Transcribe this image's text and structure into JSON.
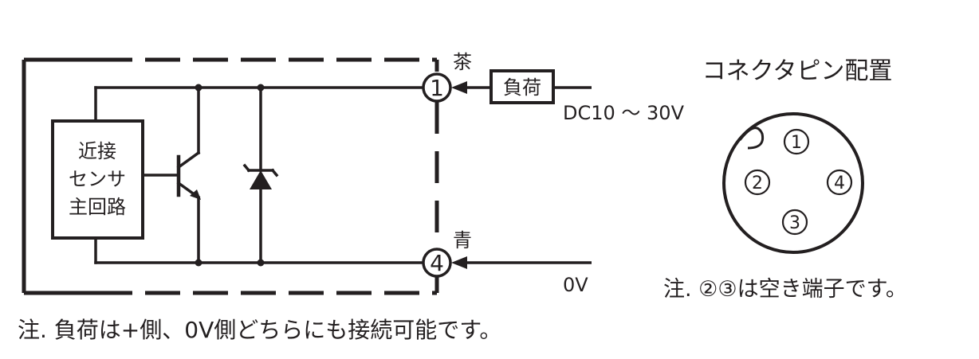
{
  "sensor_box": {
    "label_lines": [
      "近接",
      "センサ",
      "主回路"
    ]
  },
  "terminals": {
    "pin1": {
      "number": "1",
      "wire_color": "茶"
    },
    "pin4": {
      "number": "4",
      "wire_color": "青"
    }
  },
  "load": {
    "label": "負荷"
  },
  "supply": {
    "voltage": "DC10 ～ 30V",
    "ground": "0V"
  },
  "connector": {
    "title": "コネクタピン配置",
    "pins": [
      "1",
      "2",
      "3",
      "4"
    ]
  },
  "notes": {
    "load_note": "注. 負荷は+側、0V側どちらにも接続可能です。",
    "connector_note": "注. ②③は空き端子です。"
  },
  "colors": {
    "line": "#231f20",
    "background": "#ffffff"
  }
}
